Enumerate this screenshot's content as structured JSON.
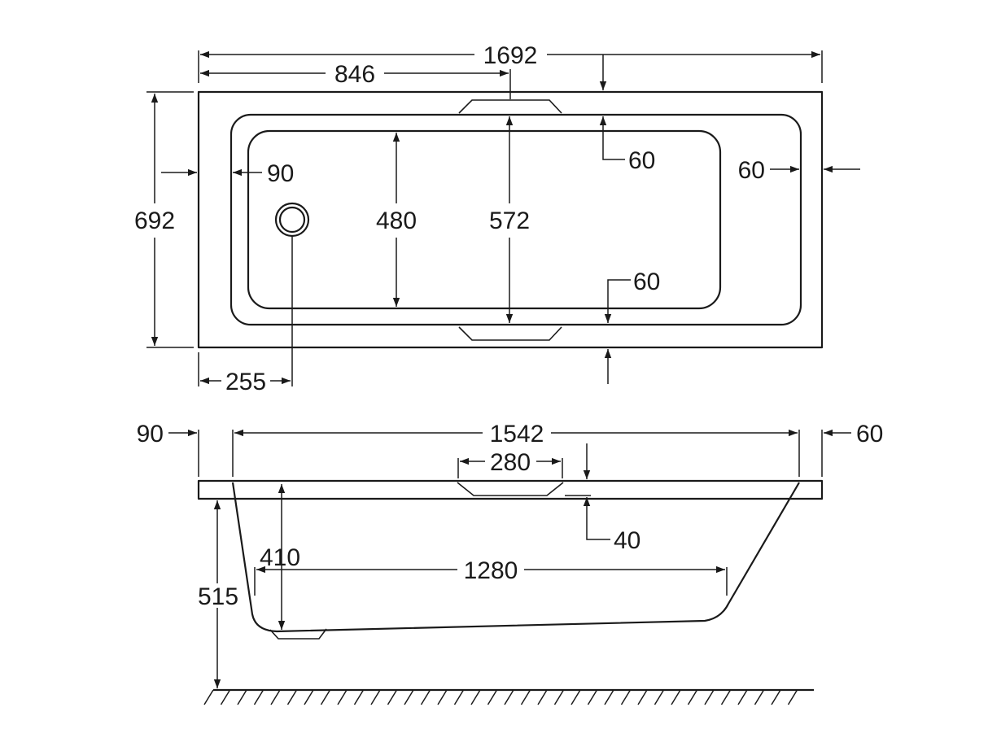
{
  "top_view": {
    "overall_length": "1692",
    "half_length": "846",
    "overall_width": "692",
    "rim_left": "90",
    "rim_right": "60",
    "rim_top": "60",
    "rim_bottom": "60",
    "inner_width": "480",
    "width_at_handles": "572",
    "drain_offset": "255"
  },
  "side_view": {
    "top_length": "1542",
    "rim_left": "90",
    "rim_right": "60",
    "handle_width": "280",
    "handle_depth": "40",
    "inner_depth": "410",
    "bottom_length": "1280",
    "total_height": "515"
  }
}
